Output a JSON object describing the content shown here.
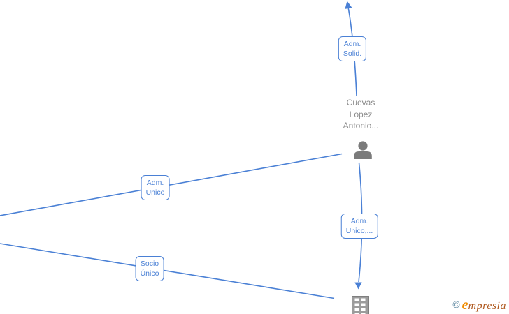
{
  "theme": {
    "background": "#ffffff",
    "edge_blue": "#4a80d5",
    "label_box_border": "#4a80d5",
    "label_box_text": "#4a80d5",
    "node_label_gray": "#8b8b8b",
    "person_icon_gray": "#7b7b7b",
    "building_icon_gray": "#9c9c9c",
    "watermark_copyright": "#5e88a1",
    "watermark_initial_orange": "#f08c00",
    "watermark_text_rust": "#b05a20"
  },
  "graph": {
    "edges": {
      "adm_solid": {
        "label": "Adm.\nSolid."
      },
      "adm_unico": {
        "label": "Adm.\nUnico"
      },
      "adm_unico_2": {
        "label": "Adm.\nUnico,..."
      },
      "socio_unico": {
        "label": "Socio\nÚnico"
      }
    },
    "nodes": {
      "person": {
        "label": "Cuevas\nLopez\nAntonio..."
      },
      "company": {
        "icon": "building"
      }
    }
  },
  "watermark": {
    "copyright": "©",
    "brand_initial": "e",
    "brand_rest": "mpresia"
  }
}
